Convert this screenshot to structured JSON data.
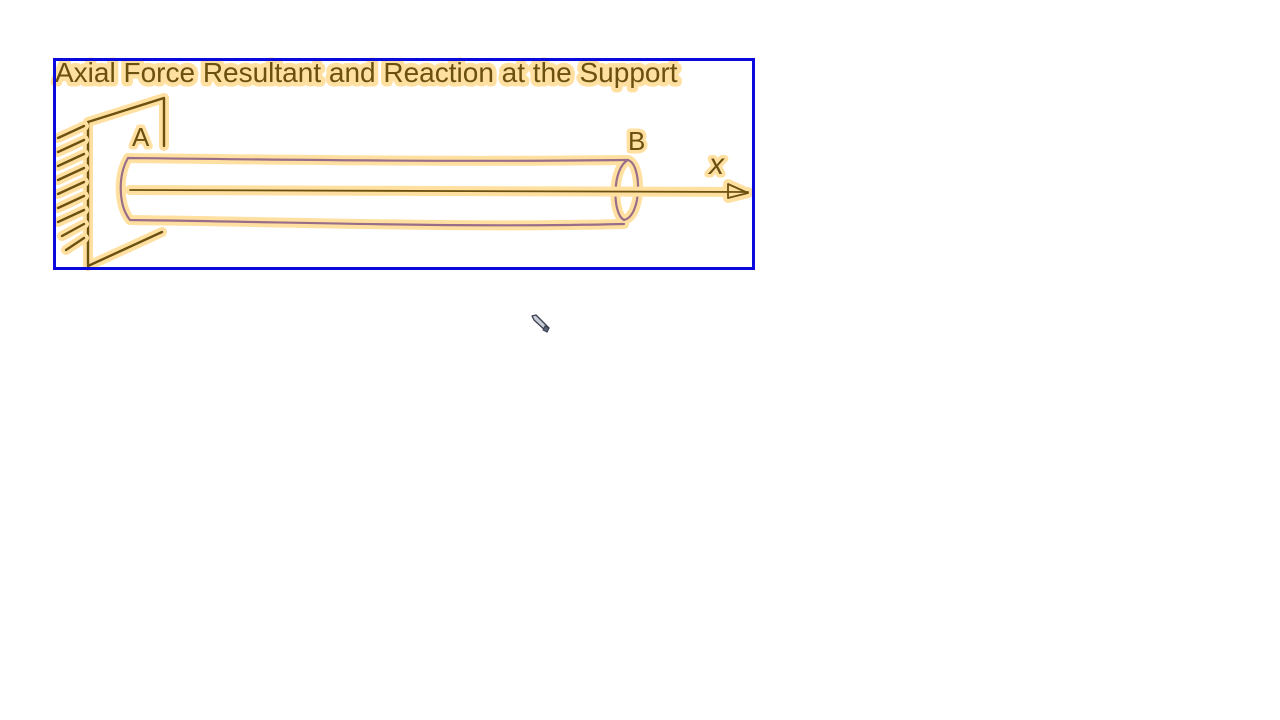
{
  "diagram": {
    "title": "Axial Force Resultant and Reaction at the Support",
    "labels": {
      "point_a": "A",
      "point_b": "B",
      "axis_x": "x"
    }
  },
  "colors": {
    "ink": "#6b5010",
    "highlight": "#ffe0a0",
    "bar_ink": "#9a6e88",
    "selection": "#0a0adc",
    "background": "#ffffff"
  },
  "cursor": {
    "icon": "pen-icon"
  }
}
